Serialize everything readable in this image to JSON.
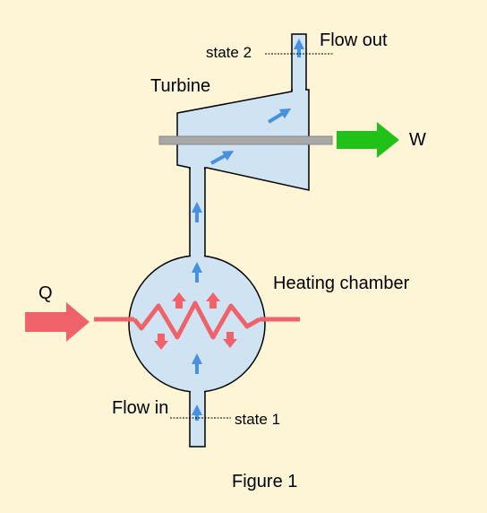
{
  "diagram": {
    "labels": {
      "flow_out": "Flow out",
      "state_2": "state 2",
      "turbine": "Turbine",
      "work": "W",
      "heat": "Q",
      "heating_chamber": "Heating chamber",
      "flow_in": "Flow in",
      "state_1": "state 1"
    },
    "caption": "Figure 1"
  },
  "colors": {
    "background": "#FDF5D6",
    "fluid": "#CFE3F3",
    "outline": "#000000",
    "flow_arrow": "#4A90E2",
    "heat": "#F0626A",
    "work_arrow": "#22C11A",
    "shaft": "#A8A8A8"
  }
}
